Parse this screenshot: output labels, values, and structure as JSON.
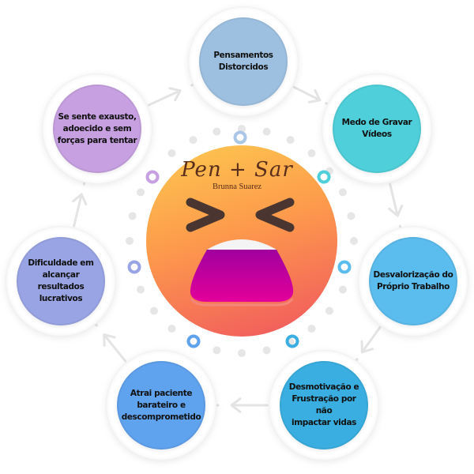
{
  "diagram": {
    "type": "cycle",
    "center": {
      "icon": "tired-face-emoji-icon",
      "logo_script": "Pen + Sar",
      "logo_subtitle": "Brunna Suarez"
    },
    "nodes": [
      {
        "label": "Pensamentos\nDistorcidos",
        "color": "#9ec0e0"
      },
      {
        "label": "Medo de Gravar\nVídeos",
        "color": "#4ecfd9"
      },
      {
        "label": "Desvalorização do\nPróprio Trabalho",
        "color": "#5bbcee"
      },
      {
        "label": "Desmotivação e\nFrustração por não\nimpactar vidas",
        "color": "#3aaee0"
      },
      {
        "label": "Atrai paciente\nbarateiro e\ndescomprometido",
        "color": "#5fa2ee"
      },
      {
        "label": "Dificuldade em\nalcançar\nresultados\nlucrativos",
        "color": "#98a4e4"
      },
      {
        "label": "Se sente exausto,\nadoecido e sem\nforças para tentar",
        "color": "#c6a0e0"
      }
    ],
    "ring_colors": [
      "#a9c6e6",
      "#4ecfd9",
      "#5bbcee",
      "#3aaee0",
      "#5fa2ee",
      "#98a4e4",
      "#c6a0e0"
    ],
    "arrow_color": "#e4e4e4",
    "dot_color": "#e6e6e6"
  }
}
